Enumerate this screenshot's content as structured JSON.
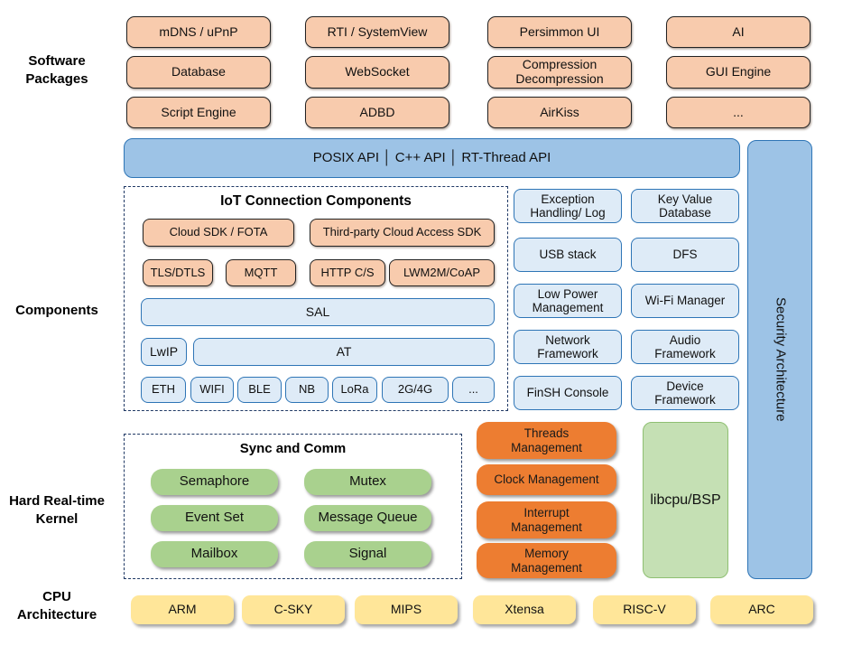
{
  "colors": {
    "package_fill": "#F8CBAD",
    "api_fill": "#9DC3E6",
    "api_border": "#2E75B6",
    "component_fill": "#DEEBF7",
    "kernel_green": "#A9D18E",
    "management_orange": "#ED7D31",
    "libcpu_green": "#C5E0B4",
    "cpu_yellow": "#FFE699",
    "dashed_border": "#1F3864"
  },
  "side_labels": {
    "software_packages": "Software\nPackages",
    "components": "Components",
    "kernel": "Hard Real-time\nKernel",
    "cpu": "CPU\nArchitecture"
  },
  "software_packages": {
    "items": [
      {
        "label": "mDNS / uPnP"
      },
      {
        "label": "RTI / SystemView"
      },
      {
        "label": "Persimmon UI"
      },
      {
        "label": "AI"
      },
      {
        "label": "Database"
      },
      {
        "label": "WebSocket"
      },
      {
        "label": "Compression\nDecompression"
      },
      {
        "label": "GUI Engine"
      },
      {
        "label": "Script Engine"
      },
      {
        "label": "ADBD"
      },
      {
        "label": "AirKiss"
      },
      {
        "label": "..."
      }
    ]
  },
  "api_bar": {
    "label": "POSIX API │ C++ API │ RT-Thread API"
  },
  "security_bar": {
    "label": "Security Architecture"
  },
  "iot": {
    "title": "IoT Connection Components",
    "cloud_sdk": "Cloud SDK / FOTA",
    "third_party": "Third-party Cloud Access SDK",
    "protocols": [
      {
        "label": "TLS/DTLS"
      },
      {
        "label": "MQTT"
      },
      {
        "label": "HTTP C/S"
      },
      {
        "label": "LWM2M/CoAP"
      }
    ],
    "sal": "SAL",
    "lwip": "LwIP",
    "at": "AT",
    "links": [
      {
        "label": "ETH"
      },
      {
        "label": "WIFI"
      },
      {
        "label": "BLE"
      },
      {
        "label": "NB"
      },
      {
        "label": "LoRa"
      },
      {
        "label": "2G/4G"
      },
      {
        "label": "..."
      }
    ]
  },
  "components_right": {
    "items": [
      {
        "label": "Exception\nHandling/ Log"
      },
      {
        "label": "Key Value\nDatabase"
      },
      {
        "label": "USB stack"
      },
      {
        "label": "DFS"
      },
      {
        "label": "Low Power\nManagement"
      },
      {
        "label": "Wi-Fi Manager"
      },
      {
        "label": "Network\nFramework"
      },
      {
        "label": "Audio\nFramework"
      },
      {
        "label": "FinSH Console"
      },
      {
        "label": "Device\nFramework"
      }
    ]
  },
  "kernel": {
    "sync_title": "Sync and Comm",
    "sync_items": [
      {
        "label": "Semaphore"
      },
      {
        "label": "Mutex"
      },
      {
        "label": "Event Set"
      },
      {
        "label": "Message Queue"
      },
      {
        "label": "Mailbox"
      },
      {
        "label": "Signal"
      }
    ],
    "mgmt_items": [
      {
        "label": "Threads\nManagement"
      },
      {
        "label": "Clock Management"
      },
      {
        "label": "Interrupt\nManagement"
      },
      {
        "label": "Memory\nManagement"
      }
    ],
    "libcpu": "libcpu/BSP"
  },
  "cpu_row": {
    "items": [
      {
        "label": "ARM"
      },
      {
        "label": "C-SKY"
      },
      {
        "label": "MIPS"
      },
      {
        "label": "Xtensa"
      },
      {
        "label": "RISC-V"
      },
      {
        "label": "ARC"
      }
    ]
  }
}
